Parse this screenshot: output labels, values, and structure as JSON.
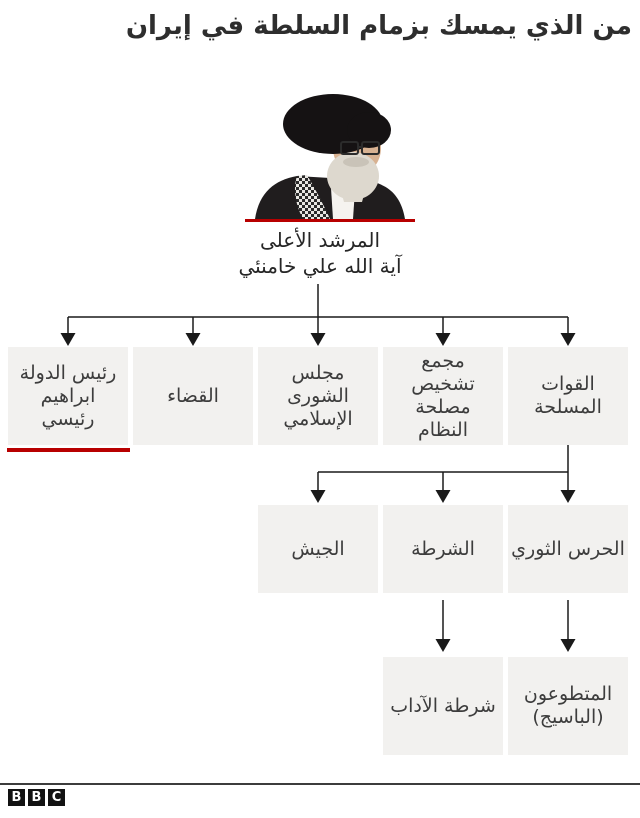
{
  "title": "من الذي يمسك بزمام السلطة في إيران",
  "leader": {
    "role": "المرشد الأعلى",
    "name": "آية الله علي خامنئي"
  },
  "org": {
    "level1": {
      "armed_forces": "القوات\nالمسلحة",
      "expediency_council": "مجمع\nتشخيص\nمصلحة\nالنظام",
      "parliament": "مجلس\nالشورى\nالإسلامي",
      "judiciary": "القضاء",
      "president": "رئيس الدولة\nابراهيم\nرئيسي"
    },
    "level2": {
      "revolutionary_guard": "الحرس الثوري",
      "police": "الشرطة",
      "army": "الجيش"
    },
    "level3": {
      "basij": "المتطوعون\n(الباسيج)",
      "morality_police": "شرطة الآداب"
    }
  },
  "footer": {
    "logo_letters": [
      "B",
      "B",
      "C"
    ]
  },
  "colors": {
    "accent_red": "#b80000",
    "box_background": "#f2f1ef",
    "line_black": "#1a1a1a"
  }
}
